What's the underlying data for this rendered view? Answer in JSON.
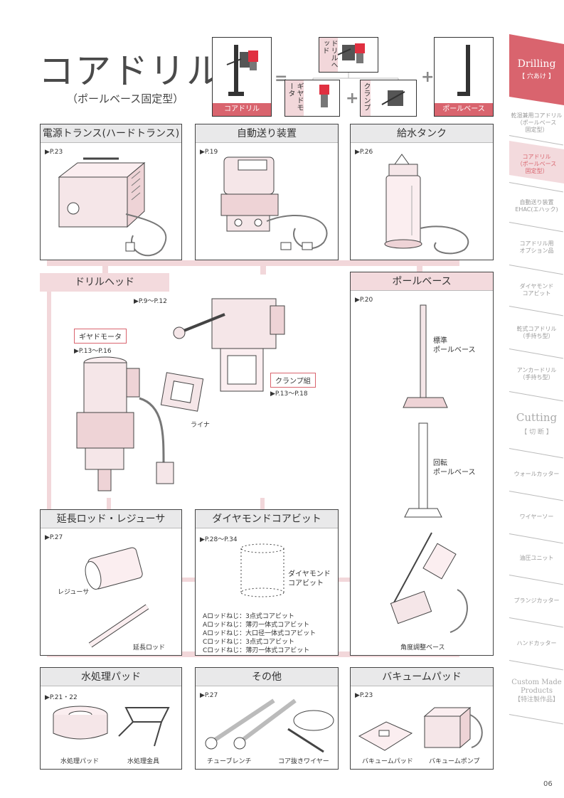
{
  "title": "コアドリル",
  "subtitle": "（ポールベース固定型）",
  "formula": {
    "core_drill": "コアドリル",
    "equals": "=",
    "plus": "+",
    "drill_head": "ドリルヘッド",
    "gear_motor": "ギヤドモータ",
    "clamp": "クランプ",
    "pole_base": "ポールベース"
  },
  "panels": {
    "power_transformer": {
      "title": "電源トランス(ハードトランス)",
      "ref": "▶P.23"
    },
    "auto_feed": {
      "title": "自動送り装置",
      "ref": "▶P.19"
    },
    "water_tank": {
      "title": "給水タンク",
      "ref": "▶P.26"
    },
    "drill_head": {
      "title": "ドリルヘッド",
      "ref": "▶P.9～P.12"
    },
    "pole_base": {
      "title": "ポールベース",
      "ref": "▶P.20"
    },
    "extension": {
      "title": "延長ロッド・レジューサ",
      "ref": "▶P.27"
    },
    "diamond_bit": {
      "title": "ダイヤモンドコアビット",
      "ref": "▶P.28～P.34"
    },
    "water_pad": {
      "title": "水処理パッド",
      "ref": "▶P.21・22"
    },
    "others": {
      "title": "その他",
      "ref": "▶P.27"
    },
    "vacuum_pad": {
      "title": "バキュームパッド",
      "ref": "▶P.23"
    }
  },
  "drill_head_labels": {
    "gear_motor": "ギヤドモータ",
    "gear_motor_ref": "▶P.13～P.16",
    "clamp_set": "クランプ組",
    "clamp_set_ref": "▶P.13～P.18",
    "liner": "ライナ"
  },
  "pole_base_labels": {
    "standard_1": "標準",
    "standard_2": "ポールベース",
    "rotary_1": "回転",
    "rotary_2": "ポールベース",
    "angle": "角度調整ベース"
  },
  "extension_labels": {
    "reducer": "レジューサ",
    "rod": "延長ロッド"
  },
  "diamond_bit_labels": {
    "name_1": "ダイヤモンド",
    "name_2": "コアビット",
    "list": [
      "Aロッドねじ：3点式コアビット",
      "Aロッドねじ：薄刃一体式コアビット",
      "Aロッドねじ：大口径一体式コアビット",
      "Cロッドねじ：3点式コアビット",
      "Cロッドねじ：薄刃一体式コアビット"
    ]
  },
  "water_pad_labels": {
    "pad": "水処理パッド",
    "fitting": "水処理金具"
  },
  "others_labels": {
    "wrench": "チューブレンチ",
    "wire": "コア抜きワイヤー"
  },
  "vacuum_labels": {
    "pad": "バキュームパッド",
    "pump": "バキュームポンプ"
  },
  "sidebar": {
    "drilling_en": "Drilling",
    "drilling_jp": "【 穴あけ 】",
    "items_drilling": [
      {
        "l1": "乾湿兼用コアドリル",
        "l2": "（ポールベース",
        "l3": "固定型）"
      },
      {
        "l1": "コアドリル",
        "l2": "（ポールベース",
        "l3": "固定型）"
      },
      {
        "l1": "自動送り装置",
        "l2": "EHAC(エハック)",
        "l3": ""
      },
      {
        "l1": "コアドリル用",
        "l2": "オプション品",
        "l3": ""
      },
      {
        "l1": "ダイヤモンド",
        "l2": "コアビット",
        "l3": ""
      },
      {
        "l1": "乾式コアドリル",
        "l2": "（手持ち型）",
        "l3": ""
      },
      {
        "l1": "アンカードリル",
        "l2": "（手持ち型）",
        "l3": ""
      }
    ],
    "cutting_en": "Cutting",
    "cutting_jp": "【 切 断 】",
    "items_cutting": [
      "ウォールカッター",
      "ワイヤーソー",
      "油圧ユニット",
      "プランジカッター",
      "ハンドカッター"
    ],
    "custom_en_1": "Custom Made",
    "custom_en_2": "Products",
    "custom_jp": "【特注製作品】"
  },
  "page_number": "06",
  "colors": {
    "accent": "#d9646e",
    "accent_light": "#f2d7da",
    "header_gray": "#e9e9ea"
  }
}
